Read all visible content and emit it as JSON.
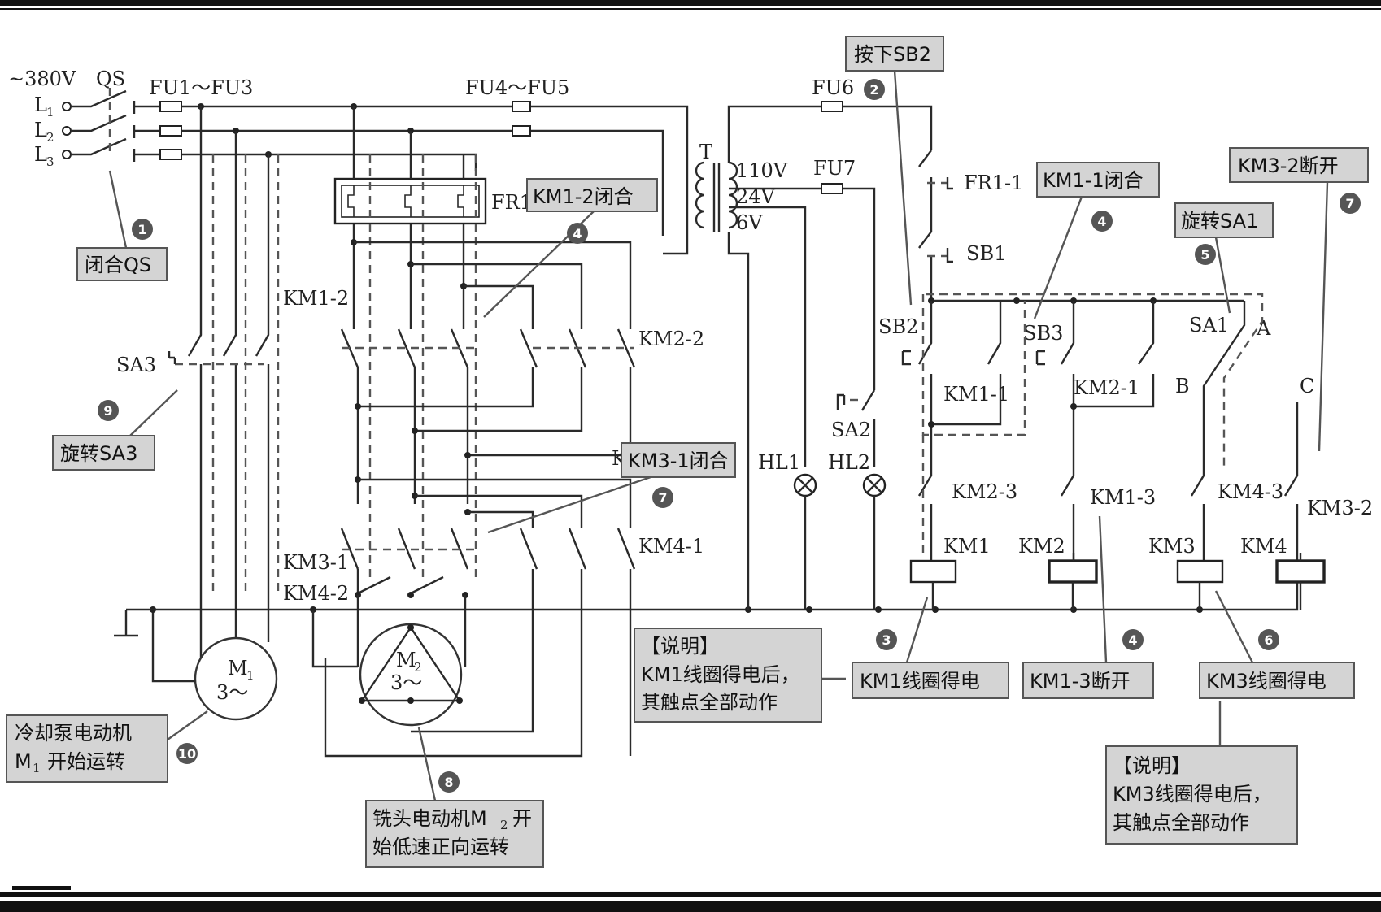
{
  "supply": {
    "voltage": "~380V",
    "switch": "QS",
    "lines": [
      "L",
      "L",
      "L"
    ],
    "line_subs": [
      "1",
      "2",
      "3"
    ]
  },
  "fuses": {
    "fu1_3": "FU1～FU3",
    "fu4_5": "FU4～FU5",
    "fu6": "FU6",
    "fu7": "FU7"
  },
  "transformer": {
    "name": "T",
    "taps": [
      "110V",
      "24V",
      "6V"
    ]
  },
  "components": {
    "fr1": "FR1",
    "fr1_1": "FR1-1",
    "sb1": "SB1",
    "sb2": "SB2",
    "sb3": "SB3",
    "sa1": "SA1",
    "sa2": "SA2",
    "sa3": "SA3",
    "a": "A",
    "b": "B",
    "c": "C",
    "km1_2": "KM1-2",
    "km2_2": "KM2-2",
    "km3_1": "KM3-1",
    "km4_1": "KM4-1",
    "km4_2": "KM4-2",
    "km1_1": "KM1-1",
    "km2_1": "KM2-1",
    "km2_3": "KM2-3",
    "km1_3": "KM1-3",
    "km4_3": "KM4-3",
    "km3_2": "KM3-2",
    "km1": "KM1",
    "km2": "KM2",
    "km3": "KM3",
    "km4": "KM4",
    "hl1": "HL1",
    "hl2": "HL2",
    "m1": "M",
    "m1_sub": "1",
    "m1_phase": "3～",
    "m2": "M",
    "m2_sub": "2",
    "m2_phase": "3～"
  },
  "steps": [
    "1",
    "2",
    "3",
    "4",
    "5",
    "6",
    "7",
    "8",
    "9",
    "10"
  ],
  "callouts": {
    "close_qs": "闭合QS",
    "press_sb2": "按下SB2",
    "km1_2_close": "KM1-2闭合",
    "km1_1_close": "KM1-1闭合",
    "km3_2_open": "KM3-2断开",
    "rotate_sa1": "旋转SA1",
    "rotate_sa3": "旋转SA3",
    "km3_1_close": "KM3-1闭合",
    "km1_coil": "KM1线圈得电",
    "km1_3_open": "KM1-3断开",
    "km3_coil": "KM3线圈得电",
    "note1": [
      "【说明】",
      "KM1线圈得电后，",
      "其触点全部动作"
    ],
    "note2": [
      "【说明】",
      "KM3线圈得电后，",
      "其触点全部动作"
    ],
    "m1_run": [
      "冷却泵电动机",
      "M",
      "开始运转"
    ],
    "m1_run_sub": "1",
    "m2_run": [
      "铣头电动机M",
      "开",
      "始低速正向运转"
    ],
    "m2_run_sub": "2"
  }
}
